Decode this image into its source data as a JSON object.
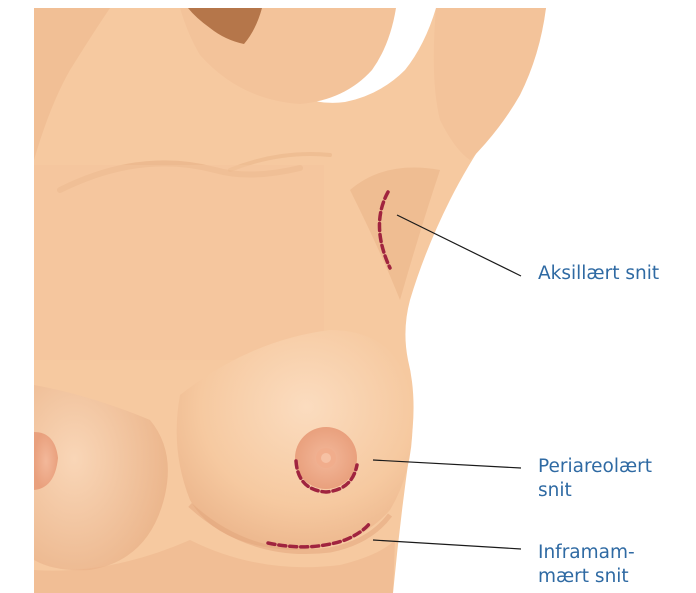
{
  "labels": {
    "axillary": "Aksillært snit",
    "periareolar": "Periareolært\nsnit",
    "inframammary": "Inframam-\nmært snit"
  },
  "colors": {
    "skin": "#f6c9a0",
    "skin_shadow": "#eab287",
    "skin_light": "#fbdcbf",
    "hair": "#b5764a",
    "areola": "#eda685",
    "incision": "#a0243f",
    "leader_line": "#1a1a1a",
    "label_text": "#2f6aa3"
  }
}
